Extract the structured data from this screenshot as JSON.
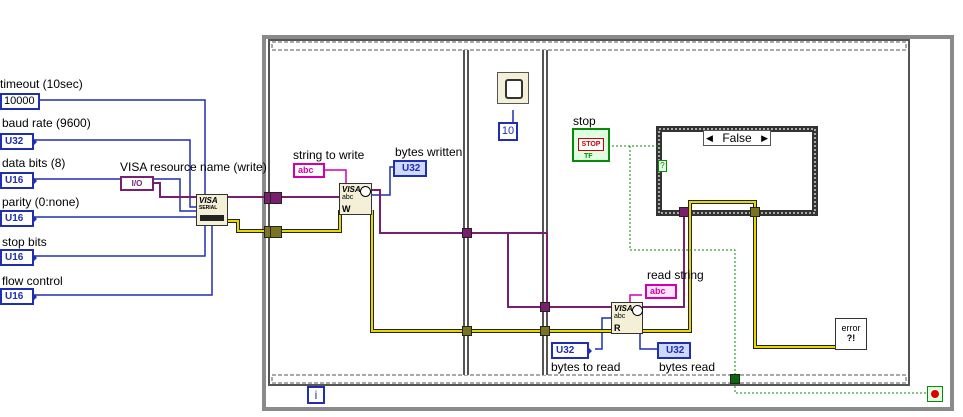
{
  "controls": {
    "timeout": {
      "label": "timeout (10sec)",
      "value": "10000"
    },
    "baud_rate": {
      "label": "baud rate (9600)",
      "type": "U32"
    },
    "data_bits": {
      "label": "data bits (8)",
      "type": "U16"
    },
    "parity": {
      "label": "parity (0:none)",
      "type": "U16"
    },
    "stop_bits": {
      "label": "stop bits",
      "type": "U16"
    },
    "flow_control": {
      "label": "flow control",
      "type": "U16"
    },
    "visa_resource": {
      "label": "VISA resource name (write)",
      "type": "I/O"
    },
    "string_to_write": {
      "label": "string to write",
      "type": "abc"
    },
    "bytes_to_read": {
      "label": "bytes to read",
      "type": "U32"
    },
    "stop_button": {
      "label": "stop",
      "text": "STOP",
      "type": "TF"
    }
  },
  "indicators": {
    "bytes_written": {
      "label": "bytes written",
      "type": "U32"
    },
    "read_string": {
      "label": "read string",
      "type": "abc"
    },
    "bytes_read": {
      "label": "bytes read",
      "type": "U32"
    }
  },
  "nodes": {
    "visa_serial": {
      "title": "VISA",
      "sub": "SERIAL"
    },
    "visa_write": {
      "title": "VISA",
      "sub": "abc",
      "mode": "W"
    },
    "visa_read": {
      "title": "VISA",
      "sub": "abc",
      "mode": "R"
    },
    "error_handler": {
      "text": "error",
      "sub": "?!"
    }
  },
  "wait_constant": "10",
  "case_selector": "False",
  "boolean_const": "?",
  "loop_index": "i",
  "colors": {
    "wire_int": "#1f2fb0",
    "wire_string": "#d000b0",
    "wire_visa": "#7a1f6e",
    "wire_error": "#c8b400",
    "wire_bool": "#0a8a0a"
  }
}
